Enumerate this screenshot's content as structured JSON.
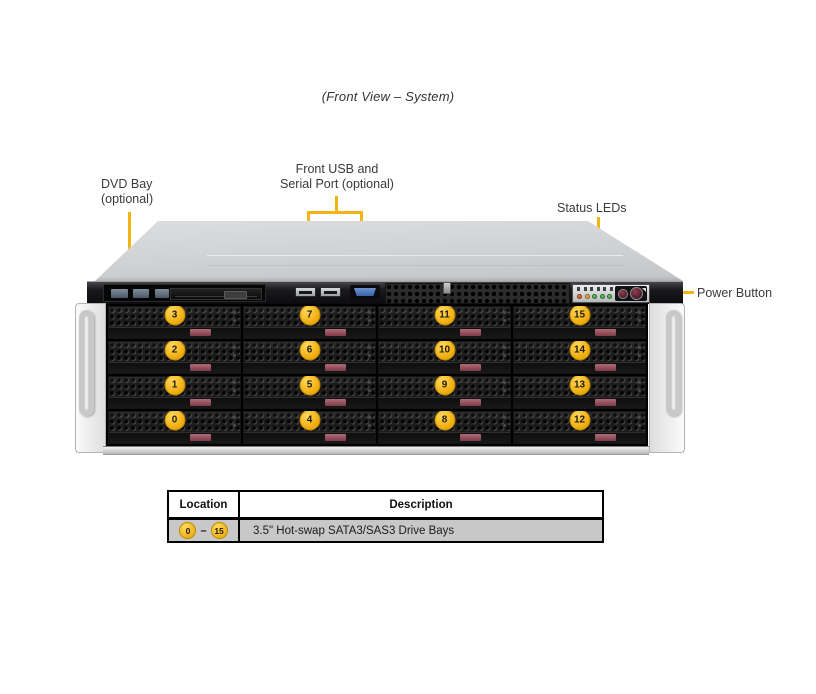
{
  "caption": "(Front View – System)",
  "accent_color": "#F2B40E",
  "callouts": {
    "dvd": {
      "line1": "DVD Bay",
      "line2": "(optional)"
    },
    "usb": {
      "line1": "Front USB and",
      "line2": "Serial Port (optional)"
    },
    "status_leds": {
      "label": "Status LEDs"
    },
    "power": {
      "label": "Power Button"
    }
  },
  "drive_bays": {
    "columns": [
      [
        3,
        2,
        1,
        0
      ],
      [
        7,
        6,
        5,
        4
      ],
      [
        11,
        10,
        9,
        8
      ],
      [
        15,
        14,
        13,
        12
      ]
    ]
  },
  "control_panel": {
    "led_colors": [
      "#e0531f",
      "#e89a1e",
      "#3fae3f",
      "#3fae3f",
      "#3fae3f",
      "#3fae3f"
    ]
  },
  "table": {
    "headers": [
      "Location",
      "Description"
    ],
    "row": {
      "location_start": "0",
      "location_dash": "–",
      "location_end": "15",
      "description": "3.5\" Hot-swap SATA3/SAS3 Drive Bays"
    }
  }
}
